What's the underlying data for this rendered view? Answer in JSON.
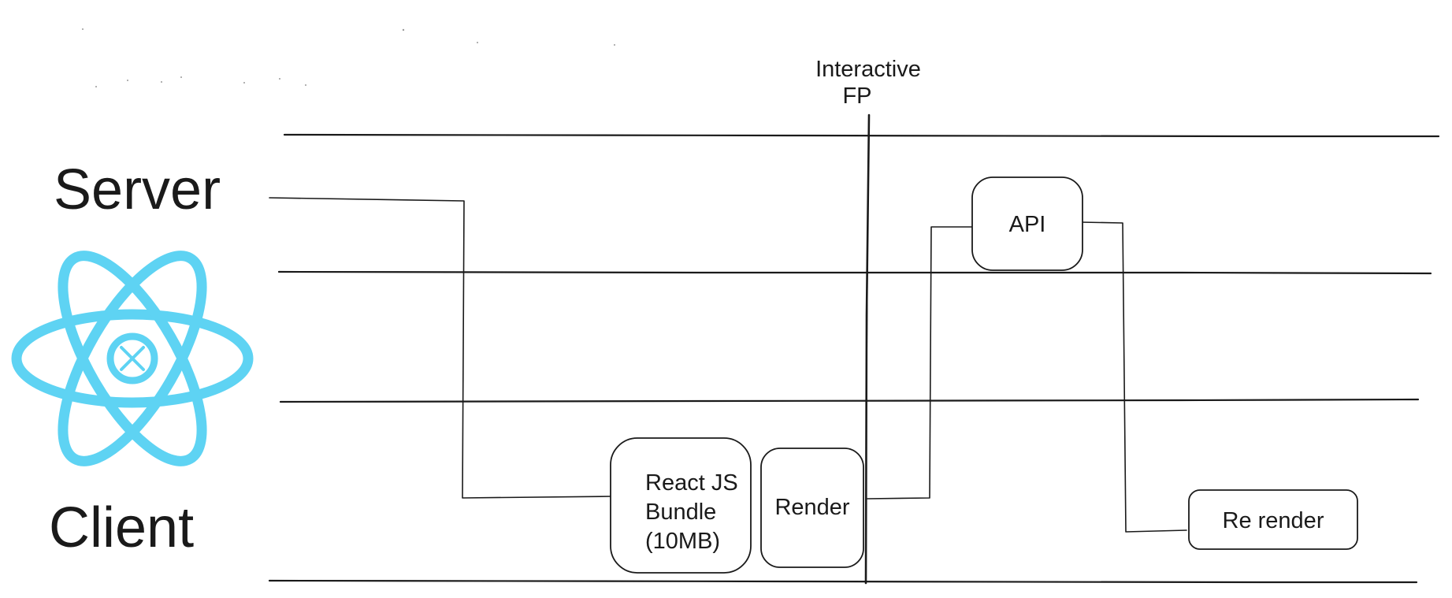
{
  "lanes": {
    "server_label": "Server",
    "client_label": "Client"
  },
  "marker": {
    "label_line1": "Interactive",
    "label_line2": "FP"
  },
  "nodes": {
    "react_bundle": {
      "line1": "React JS",
      "line2": "Bundle",
      "line3": "(10MB)"
    },
    "render": {
      "label": "Render"
    },
    "api": {
      "label": "API"
    },
    "rerender": {
      "label": "Re render"
    }
  },
  "colors": {
    "react_logo": "#5ed3f3",
    "ink": "#1a1a1a"
  },
  "icons": {
    "logo": "react-logo-icon"
  }
}
